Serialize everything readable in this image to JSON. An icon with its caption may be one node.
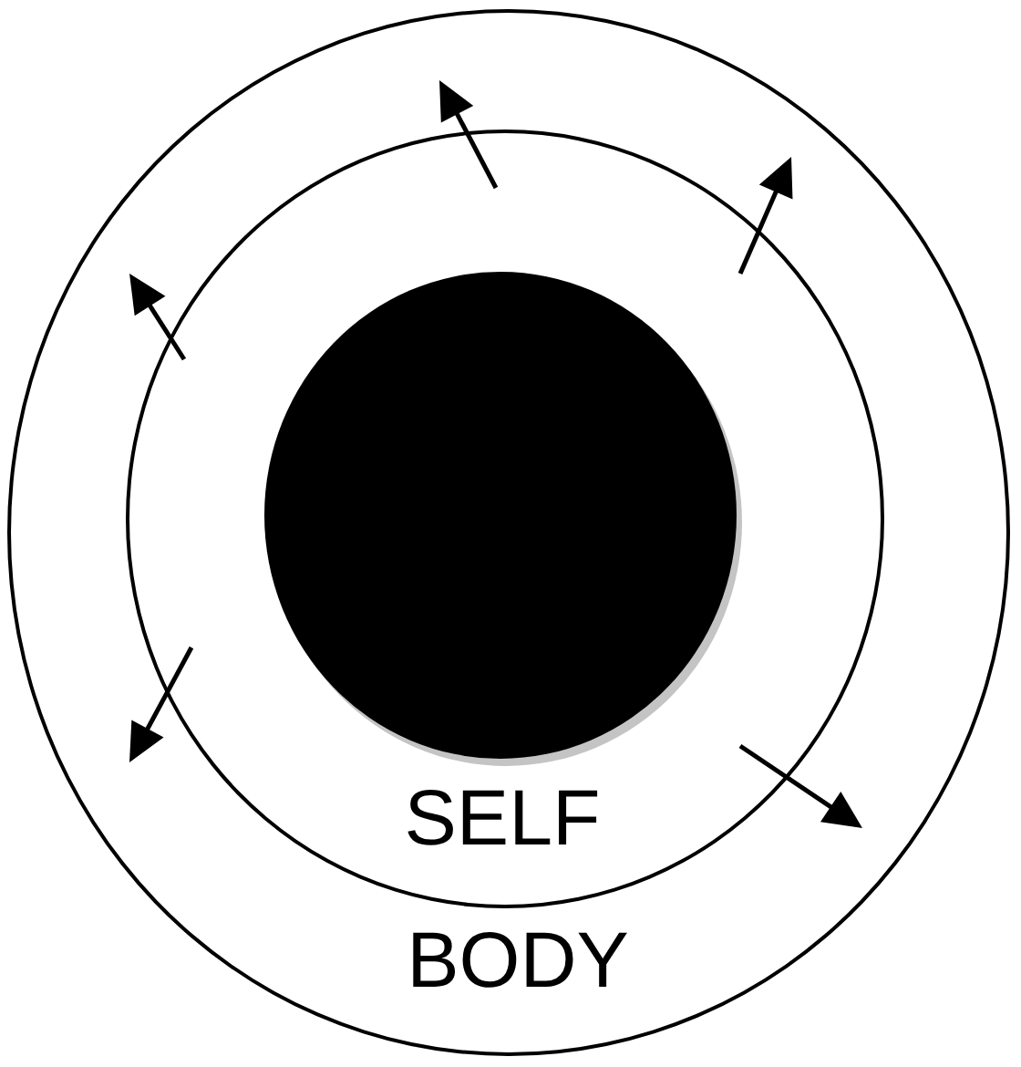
{
  "diagram": {
    "nodes": [
      {
        "text": [
          "BODY"
        ]
      },
      {
        "text": [
          "SELF"
        ],
        "in": 0
      },
      {
        "text": [],
        "shape": "circle",
        "in": 1
      }
    ]
  }
}
